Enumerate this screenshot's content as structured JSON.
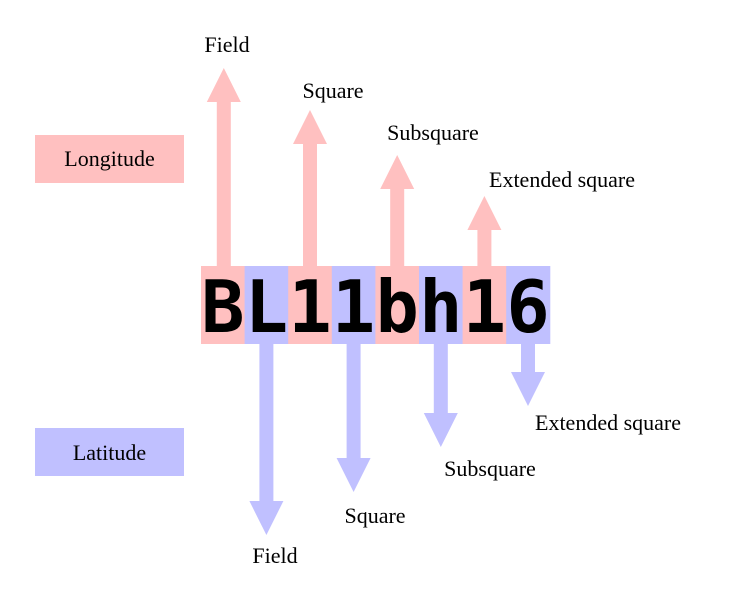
{
  "colors": {
    "longitude": "#ffc0c0",
    "latitude": "#c0c0ff",
    "text": "#000000"
  },
  "legend": {
    "longitude": "Longitude",
    "latitude": "Latitude"
  },
  "locator": {
    "characters": [
      "B",
      "L",
      "1",
      "1",
      "b",
      "h",
      "1",
      "6"
    ],
    "roles": [
      "longitude",
      "latitude",
      "longitude",
      "latitude",
      "longitude",
      "latitude",
      "longitude",
      "latitude"
    ]
  },
  "longitude_labels": [
    "Field",
    "Square",
    "Subsquare",
    "Extended square"
  ],
  "latitude_labels": [
    "Field",
    "Square",
    "Subsquare",
    "Extended square"
  ]
}
